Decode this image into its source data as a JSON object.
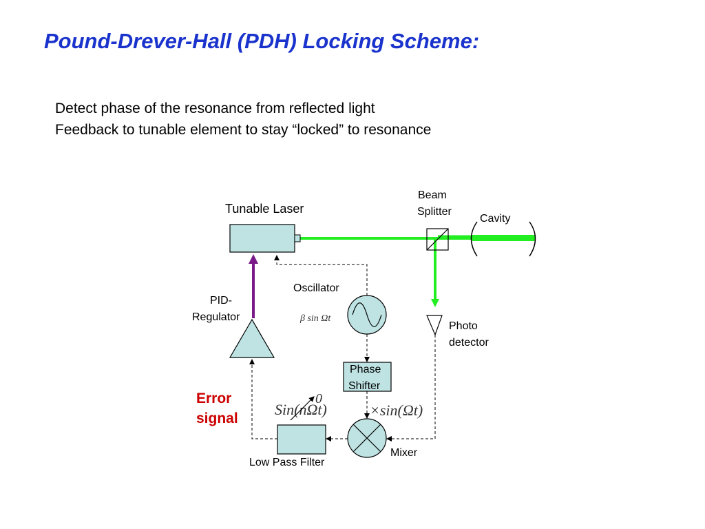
{
  "title": "Pound-Drever-Hall (PDH) Locking Scheme:",
  "bullets": [
    "Detect phase of the resonance from reflected light",
    "Feedback to tunable element to stay “locked” to resonance"
  ],
  "diagram": {
    "tunable_laser": "Tunable Laser",
    "beam_splitter": [
      "Beam",
      "Splitter"
    ],
    "cavity": "Cavity",
    "oscillator": "Oscillator",
    "oscillator_formula": "β sin Ωt",
    "pid_regulator": [
      "PID-",
      "Regulator"
    ],
    "photo_detector": [
      "Photo",
      "detector"
    ],
    "phase_shifter": [
      "Phase",
      "Shifter"
    ],
    "error_signal": [
      "Error",
      "signal"
    ],
    "lpf_formula": "Sin(nΩt)",
    "lpf_zero": "0",
    "mixer_formula": "×sin(Ωt)",
    "low_pass_filter": "Low Pass Filter",
    "mixer": "Mixer",
    "colors": {
      "title": "#1a33cc",
      "beam": "#22ee22",
      "box_fill": "#bfe3e3",
      "feedback": "#7a1a8a",
      "error_signal": "#cc0000"
    }
  }
}
